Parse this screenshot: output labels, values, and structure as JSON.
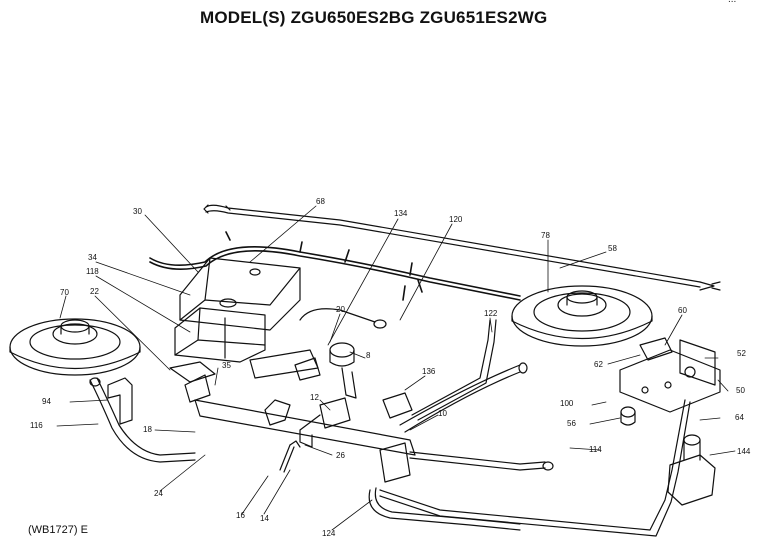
{
  "header": {
    "title": "MODEL(S) ZGU650ES2BG  ZGU651ES2WG"
  },
  "footer": {
    "code": "(WB1727) E"
  },
  "part_labels": [
    "68",
    "134",
    "120",
    "30",
    "78",
    "58",
    "34",
    "118",
    "70",
    "22",
    "20",
    "122",
    "60",
    "62",
    "8",
    "52",
    "35",
    "136",
    "50",
    "12",
    "100",
    "64",
    "94",
    "56",
    "10",
    "116",
    "18",
    "144",
    "26",
    "114",
    "24",
    "16",
    "14",
    "124"
  ]
}
